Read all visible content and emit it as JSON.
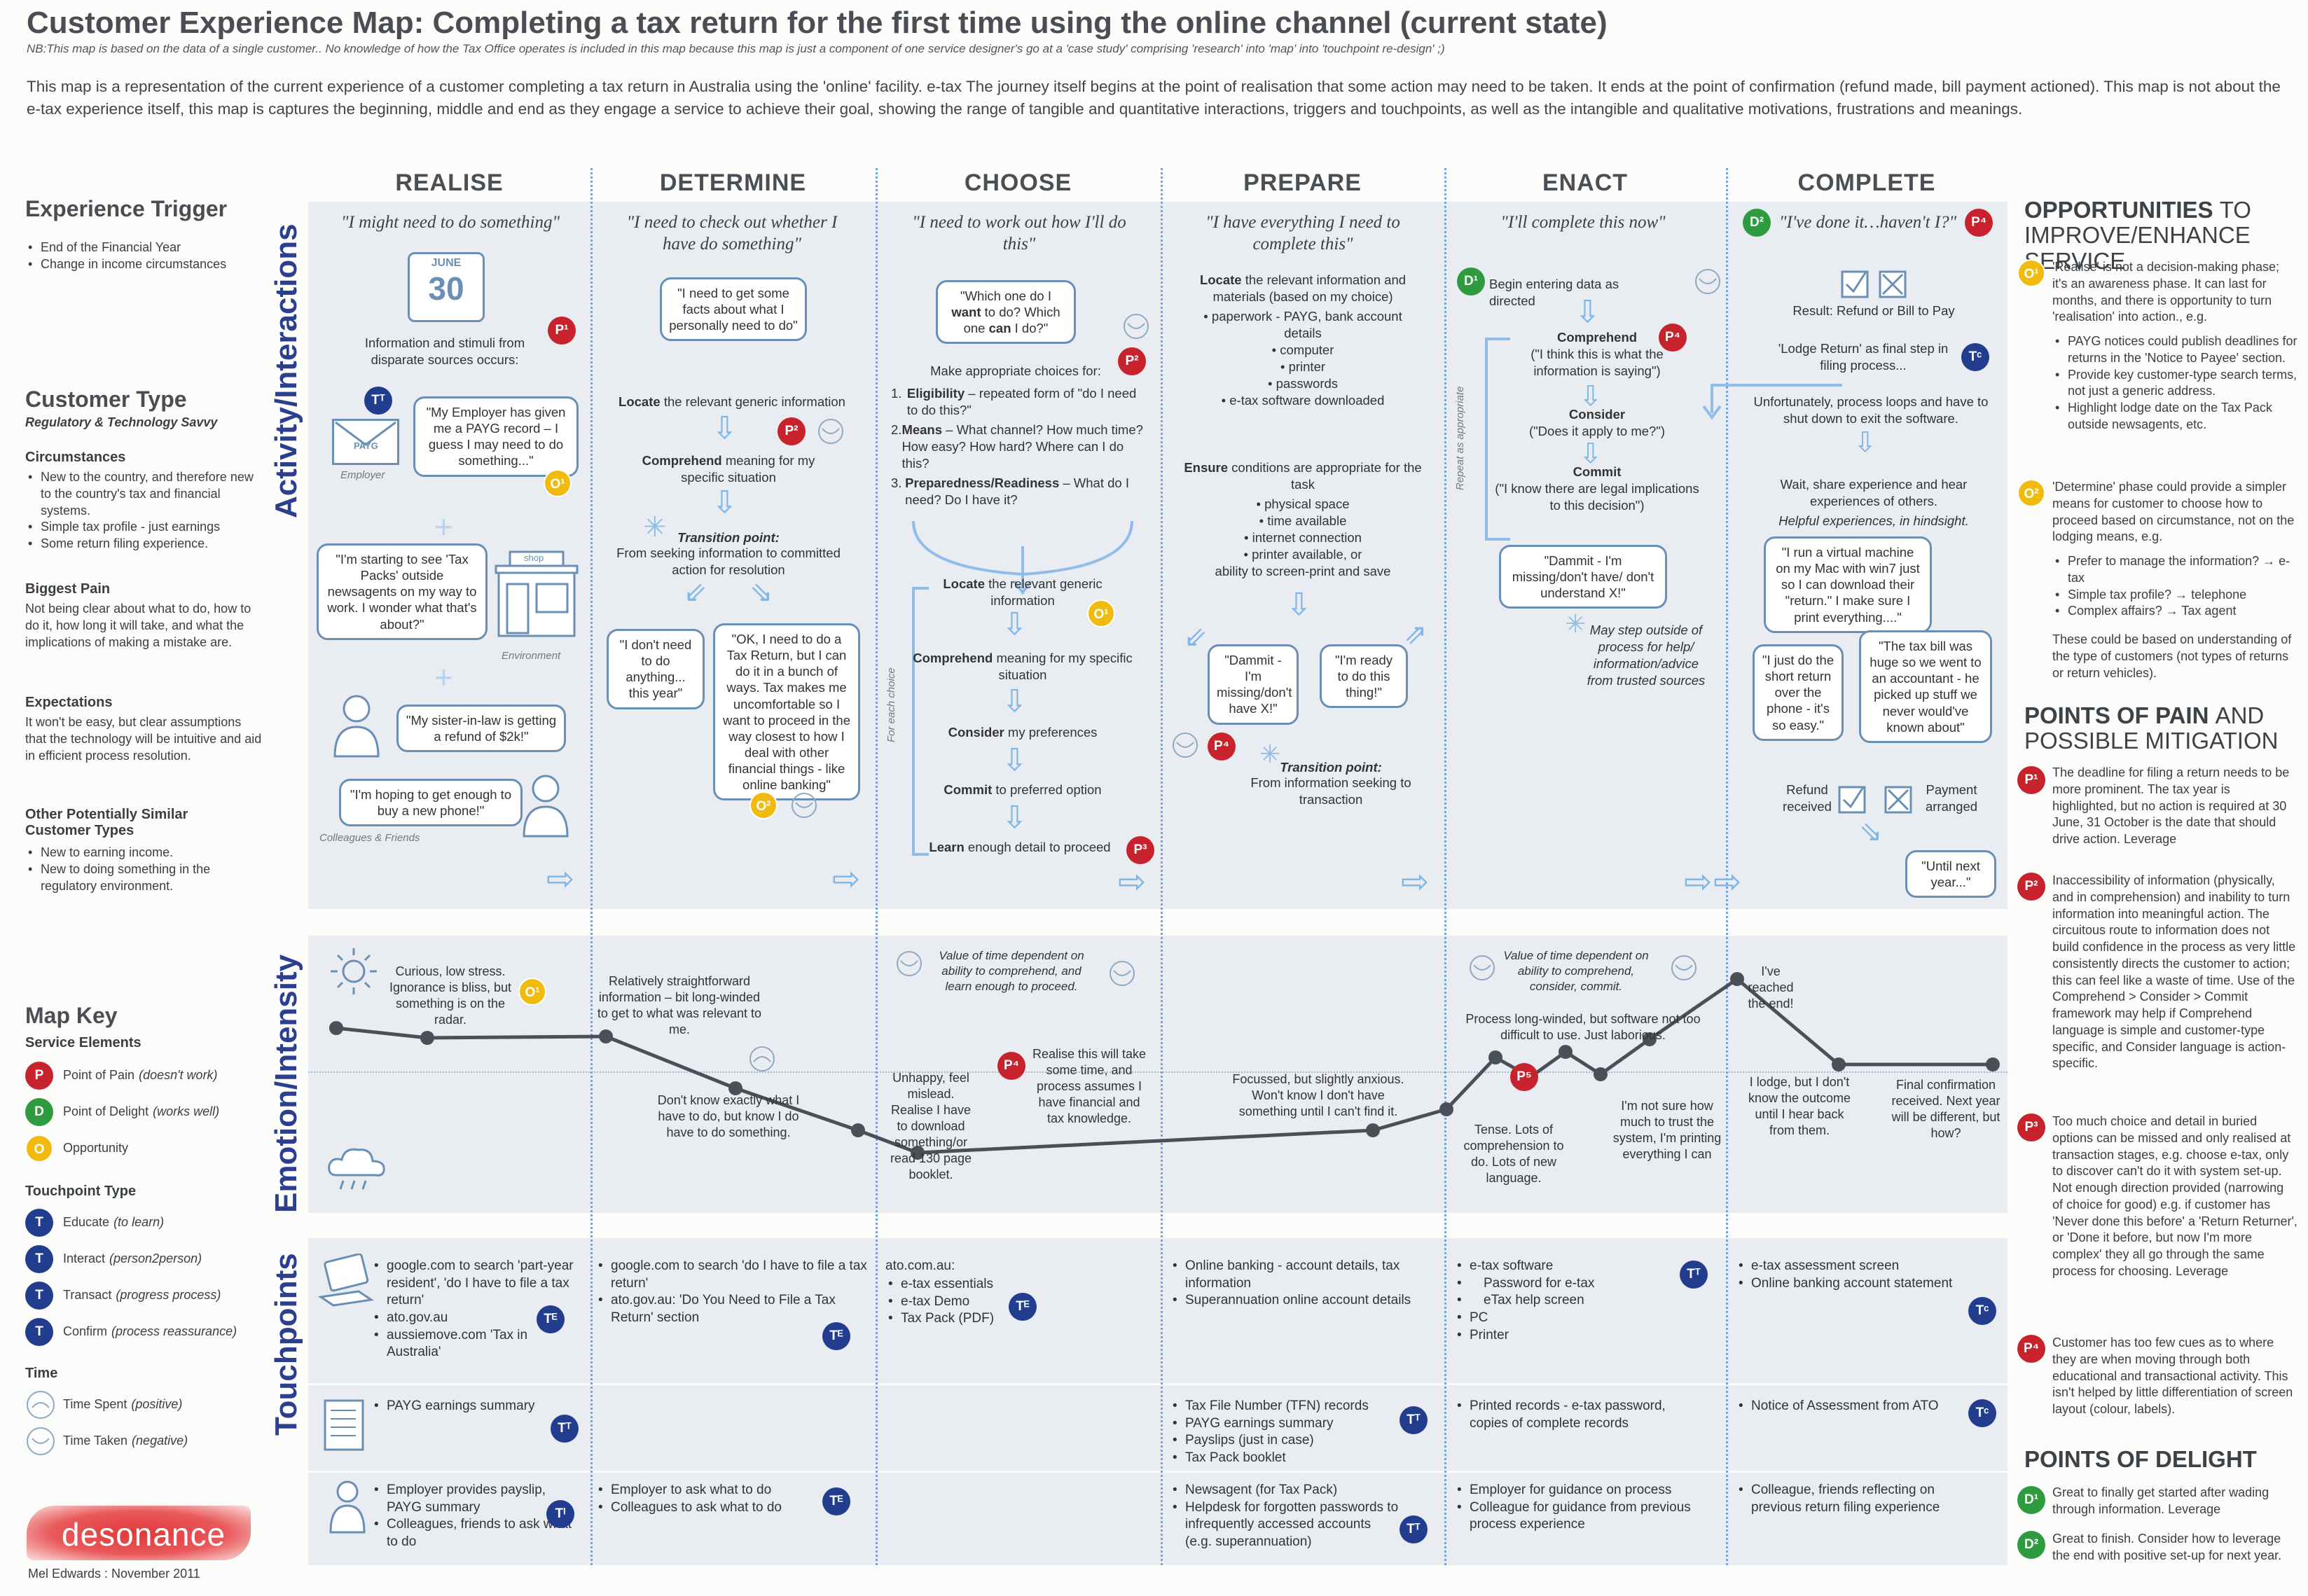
{
  "header": {
    "title": "Customer Experience Map: Completing a tax return for the first time using the online channel (current state)",
    "note": "NB:This map is based on the data of a single customer.. No knowledge of how the Tax Office operates is included in this map because this map is just a component of one service designer's go at a 'case study' comprising 'research' into 'map' into 'touchpoint re-design' ;)",
    "intro": "This map is a representation of the current experience of a customer completing a tax return in Australia using the 'online' facility. e-tax The journey itself begins at the point of realisation that some action may need to be taken. It ends at the point of confirmation (refund made, bill payment actioned). This map is not about the e-tax experience itself, this map is captures the beginning, middle and end as they engage a service to achieve their goal, showing the range of tangible and quantitative interactions, triggers and touchpoints, as well as the intangible and qualitative motivations, frustrations and meanings."
  },
  "left": {
    "trigger_title": "Experience Trigger",
    "trigger_items": [
      "End of the Financial Year",
      "Change in income circumstances"
    ],
    "customer_type_title": "Customer Type",
    "customer_type_sub": "Regulatory & Technology Savvy",
    "circ_title": "Circumstances",
    "circ_items": [
      "New to the country, and therefore new to the country's tax and financial systems.",
      "Simple tax profile - just earnings",
      "Some return filing experience."
    ],
    "pain_title": "Biggest Pain",
    "pain_text": "Not being clear about what to do, how to do it, how long it will take, and what the implications of making a mistake are.",
    "expect_title": "Expectations",
    "expect_text": "It won't be easy, but clear assumptions that the technology will be intuitive and aid in efficient process resolution.",
    "other_title": "Other Potentially Similar Customer Types",
    "other_items": [
      "New to earning income.",
      "New to doing something in the regulatory environment."
    ],
    "key_title": "Map Key",
    "key_service_title": "Service Elements",
    "key_service": [
      {
        "badge": "P",
        "text": "Point of Pain",
        "note": "(doesn't work)"
      },
      {
        "badge": "D",
        "text": "Point of Delight",
        "note": "(works well)"
      },
      {
        "badge": "O",
        "text": "Opportunity",
        "note": ""
      }
    ],
    "key_touch_title": "Touchpoint Type",
    "key_touch": [
      {
        "badge": "T",
        "text": "Educate",
        "note": "(to learn)"
      },
      {
        "badge": "T",
        "text": "Interact",
        "note": "(person2person)"
      },
      {
        "badge": "T",
        "text": "Transact",
        "note": "(progress process)"
      },
      {
        "badge": "T",
        "text": "Confirm",
        "note": "(process reassurance)"
      }
    ],
    "key_time_title": "Time",
    "key_time": [
      {
        "text": "Time Spent",
        "note": "(positive)"
      },
      {
        "text": "Time Taken",
        "note": "(negative)"
      }
    ],
    "logo": "desonance",
    "credit": "Mel Edwards : November 2011"
  },
  "rows": {
    "activity": "Activity/Interactions",
    "emotion": "Emotion/Intensity",
    "touchpoints": "Touchpoints"
  },
  "stages": [
    {
      "name": "REALISE",
      "quote": "\"I might need to do something\""
    },
    {
      "name": "DETERMINE",
      "quote": "\"I need to check out whether I have do something\""
    },
    {
      "name": "CHOOSE",
      "quote": "\"I need to work out how I'll do this\""
    },
    {
      "name": "PREPARE",
      "quote": "\"I have everything I need to complete this\""
    },
    {
      "name": "ENACT",
      "quote": "\"I'll complete this now\""
    },
    {
      "name": "COMPLETE",
      "quote": "\"I've done it…haven't I?\""
    }
  ],
  "realise": {
    "calendar_month": "JUNE",
    "calendar_day": "30",
    "info_text": "Information and stimuli from disparate sources occurs:",
    "employer_bubble": "\"My Employer has given me a PAYG record – I guess I may need to do something...\"",
    "payg": "PAYG",
    "employer_label": "Employer",
    "shop": "shop",
    "tax_pack_bubble": "\"I'm starting to see 'Tax Packs' outside newsagents on my way to work. I wonder what that's about?\"",
    "environment_label": "Environment",
    "sister_bubble": "\"My sister-in-law is getting a refund of $2k!\"",
    "phone_bubble": "\"I'm hoping to get enough to buy a new phone!\"",
    "colleagues_label": "Colleagues & Friends"
  },
  "determine": {
    "top_bubble": "\"I need to get some facts about what I personally need to do\"",
    "locate": "Locate",
    "locate_rest": "the relevant generic information",
    "comprehend": "Comprehend",
    "comprehend_rest": "meaning for my specific situation",
    "transition_title": "Transition point:",
    "transition_text": "From seeking information to committed action for resolution",
    "left_bubble": "\"I don't need to do anything... this year\"",
    "right_bubble": "\"OK, I need to do a Tax Return, but I can do it in a bunch of ways. Tax makes me uncomfortable so I want to proceed in the way closest to how I deal with other financial things - like online banking\""
  },
  "choose": {
    "top_bubble_1": "\"Which one do I",
    "top_bubble_want": "want",
    "top_bubble_2": "to do? Which one",
    "top_bubble_can": "can",
    "top_bubble_3": "I do?\"",
    "choices_intro": "Make appropriate choices for:",
    "choices": [
      {
        "n": "1.",
        "b": "Eligibility",
        "t": "– repeated form of \"do I need to do this?\""
      },
      {
        "n": "2.",
        "b": "Means",
        "t": "– What channel? How much time? How easy? How hard? Where can I do this?"
      },
      {
        "n": "3.",
        "b": "Preparedness/Readiness",
        "t": "– What do I need? Do I have it?"
      }
    ],
    "steps": [
      {
        "b": "Locate",
        "t": "the relevant generic information"
      },
      {
        "b": "Comprehend",
        "t": "meaning for my specific situation"
      },
      {
        "b": "Consider",
        "t": "my preferences"
      },
      {
        "b": "Commit",
        "t": "to preferred option"
      },
      {
        "b": "Learn",
        "t": "enough detail to proceed"
      }
    ],
    "side_label": "For each choice"
  },
  "prepare": {
    "locate": "Locate",
    "locate_rest": "the relevant information and materials (based on my choice)",
    "locate_items": [
      "paperwork - PAYG, bank account details",
      "computer",
      "printer",
      "passwords",
      "e-tax software downloaded"
    ],
    "ensure": "Ensure",
    "ensure_rest": "conditions are appropriate for the task",
    "ensure_items": [
      "physical space",
      "time available",
      "internet connection",
      "printer available, or"
    ],
    "ensure_tail": "ability to screen-print and save",
    "bubble_left": "\"Dammit - I'm missing/don't have X!\"",
    "bubble_right": "\"I'm ready to do this thing!\"",
    "transition_title": "Transition point:",
    "transition_text": "From information seeking to transaction"
  },
  "enact": {
    "begin": "Begin entering data as directed",
    "side_label": "Repeat as appropriate",
    "comprehend": "Comprehend",
    "comprehend_q": "(\"I think this is what the information is saying\")",
    "consider": "Consider",
    "consider_q": "(\"Does it apply to me?\")",
    "commit": "Commit",
    "commit_q": "(\"I know there are legal implications to this decision\")",
    "bubble": "\"Dammit - I'm missing/don't have/ don't understand X!\"",
    "note": "May step outside of process for help/ information/advice from trusted sources"
  },
  "complete": {
    "result": "Result: Refund or Bill to Pay",
    "lodge": "'Lodge Return' as final step in filing process...",
    "loop": "Unfortunately, process loops and have to shut down to exit the software.",
    "wait": "Wait, share experience and hear experiences of others.",
    "wait_sub": "Helpful experiences, in hindsight.",
    "vm_bubble": "\"I run a virtual machine on my Mac with win7 just so I can download their \"return.\" I make sure I print everything....\"",
    "short_bubble": "\"I just do the short return over the phone - it's so easy.\"",
    "accountant_bubble": "\"The tax bill was huge so we went to an accountant - he picked up stuff we never would've known about\"",
    "refund": "Refund received",
    "payment": "Payment arranged",
    "until_bubble": "\"Until next year...\""
  },
  "emotion": {
    "notes": [
      "Curious, low stress. Ignorance is bliss, but something is on the radar.",
      "Relatively straightforward information – bit long-winded to get to what was relevant to me.",
      "Don't know exactly what I have to do, but know I do have to do something.",
      "Unhappy, feel mislead. Realise I have to download something/or read 130 page booklet.",
      "Realise this will take some time, and process assumes I have financial and tax knowledge.",
      "Value of time dependent on ability to comprehend, and learn enough to proceed.",
      "Focussed, but slightly anxious. Won't know I don't have something until I can't find it.",
      "Value of time dependent on ability to comprehend, consider, commit.",
      "Process long-winded, but software not too difficult to use. Just laborious.",
      "Tense. Lots of comprehension to do. Lots of new language.",
      "I'm not sure how much to trust the system, I'm printing everything I can",
      "I've reached the end!",
      "I lodge, but I don't know the outcome until I hear back from them.",
      "Final confirmation received. Next year will be different, but how?"
    ]
  },
  "touchpoints": {
    "row1": [
      [
        "google.com to search 'part-year resident', 'do I have to file a tax return'",
        "ato.gov.au",
        "aussiemove.com 'Tax in Australia'"
      ],
      [
        "google.com to search 'do I have to file a tax return'",
        "ato.gov.au: 'Do You Need to File a Tax Return' section"
      ],
      [
        "e-tax essentials",
        "e-tax Demo",
        "Tax Pack (PDF)"
      ],
      [
        "Online banking - account details, tax information",
        "Superannuation online account details"
      ],
      [
        "e-tax software",
        "Password for e-tax",
        "eTax help screen",
        "PC",
        "Printer"
      ],
      [
        "e-tax assessment screen",
        "Online banking account statement"
      ]
    ],
    "row1_choose_head": "ato.com.au:",
    "row2": [
      [
        "PAYG earnings summary"
      ],
      [],
      [],
      [
        "Tax File Number (TFN) records",
        "PAYG earnings summary",
        "Payslips (just in case)",
        "Tax Pack booklet"
      ],
      [
        "Printed records - e-tax password, copies of complete records"
      ],
      [
        "Notice of Assessment from ATO"
      ]
    ],
    "row3": [
      [
        "Employer provides payslip, PAYG summary",
        "Colleagues, friends to ask what to do"
      ],
      [
        "Employer to ask what to do",
        "Colleagues to ask what to do"
      ],
      [],
      [
        "Newsagent (for Tax Pack)",
        "Helpdesk for forgotten passwords to infrequently accessed accounts (e.g. superannuation)"
      ],
      [
        "Employer for guidance on process",
        "Colleague for guidance from previous process experience"
      ],
      [
        "Colleague, friends reflecting on previous return filing experience"
      ]
    ]
  },
  "right": {
    "opp_title_bold": "OPPORTUNITIES",
    "opp_title_rest": "TO IMPROVE/ENHANCE SERVICE",
    "opp1": "'Realise' is not a decision-making phase; it's an awareness phase. It can last for months, and there is opportunity to turn 'realisation' into action., e.g.",
    "opp1_items": [
      "PAYG notices could publish deadlines for returns in the 'Notice to Payee' section.",
      "Provide key customer-type search terms, not just a generic address.",
      "Highlight lodge date on the Tax Pack outside newsagents, etc."
    ],
    "opp2": "'Determine' phase could provide a simpler means for customer to choose how to proceed based on circumstance, not on the lodging means, e.g.",
    "opp2_items": [
      "Prefer to manage the information? → e-tax",
      "Simple tax profile? → telephone",
      "Complex affairs? → Tax agent"
    ],
    "opp2_tail": "These could be based on understanding of the type of customers (not types of returns or return vehicles).",
    "pain_title_bold": "POINTS OF PAIN",
    "pain_title_rest": "AND POSSIBLE MITIGATION",
    "pains": [
      "The deadline for filing a return needs to be more prominent. The tax year is highlighted, but no action is required at 30 June, 31 October is the date that should drive action. Leverage",
      "Inaccessibility of information (physically, and in comprehension) and inability to turn information into meaningful action. The circuitous route to information does not build confidence in the process as very little consistently directs the customer to action; this can feel like a waste of time. Use of the Comprehend > Consider > Commit framework may help if Comprehend language is simple and customer-type specific, and Consider language is action-specific.",
      "Too much choice and detail in buried options can be missed and only realised at transaction stages, e.g. choose e-tax, only to discover can't do it with system set-up. Not enough direction provided (narrowing of choice for good) e.g. if customer has 'Never done this before' a 'Return Returner', or 'Done it before, but now I'm more complex' they all go through the same process for choosing. Leverage",
      "Customer has too few cues as to where they are when moving through both educational and transactional activity. This isn't helped by little differentiation of screen layout (colour, labels)."
    ],
    "delight_title": "POINTS OF DELIGHT",
    "delights": [
      "Great to finally get started after wading through information. Leverage",
      "Great to finish. Consider how to leverage the end with positive set-up for next year."
    ]
  },
  "colors": {
    "pain": "#c8232c",
    "delight": "#2e9b3e",
    "opportunity": "#f1bb0e",
    "touchpoint": "#233d8e",
    "band": "#e9edf2",
    "arrow": "#7fb6e6"
  }
}
